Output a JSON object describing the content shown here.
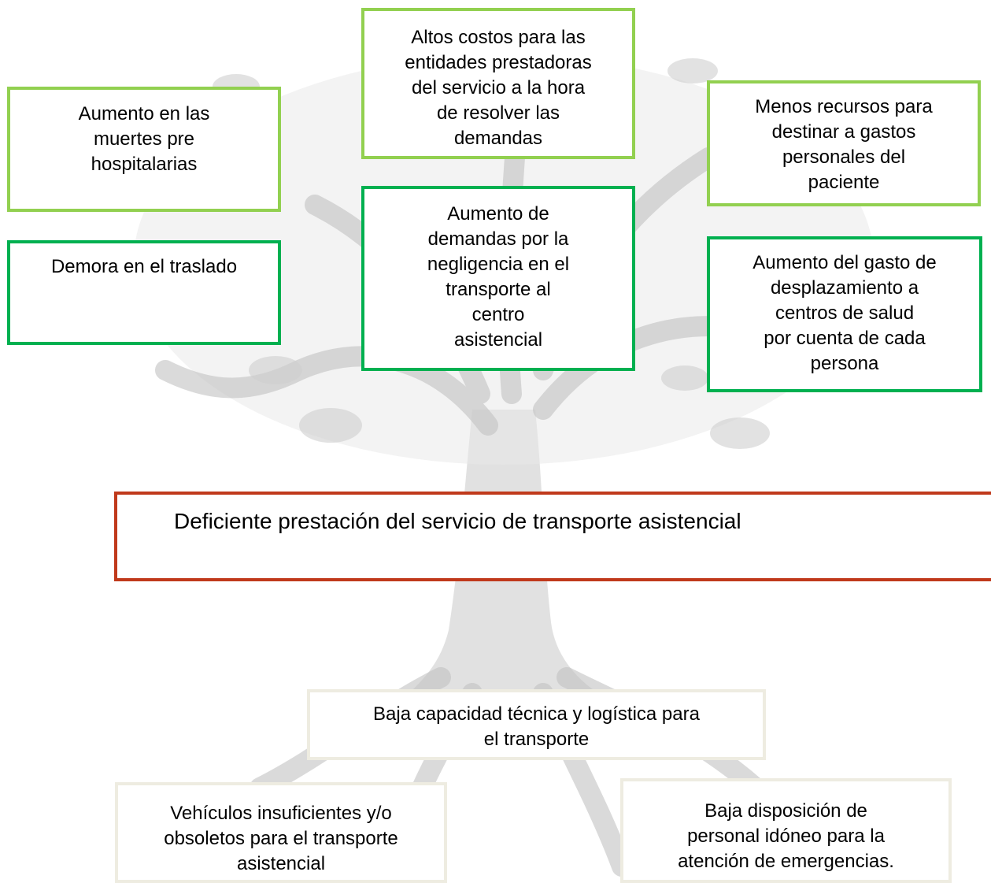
{
  "colors": {
    "effect_light": "#92d050",
    "effect_dark": "#00b050",
    "problem": "#c0391b",
    "cause": "#eeece1",
    "tree": "#bfbfbf"
  },
  "effects": {
    "top_center": "Altos costos para las\nentidades prestadoras\ndel servicio a la hora\nde resolver las\ndemandas",
    "top_left": "Aumento en las\nmuertes pre\nhospitalarias",
    "top_right": "Menos recursos para\ndestinar a gastos\npersonales del\npaciente",
    "mid_left": "Demora en el traslado",
    "mid_center": "Aumento de\ndemandas por la\nnegligencia en el\ntransporte al\ncentro\nasistencial",
    "mid_right": "Aumento del gasto de\ndesplazamiento a\ncentros de salud\npor cuenta de cada\npersona"
  },
  "problem": "Deficiente prestación del servicio de transporte asistencial",
  "causes": {
    "center": "Baja capacidad técnica y logística para\nel transporte",
    "left": "Vehículos insuficientes y/o\nobsoletos para el transporte\nasistencial",
    "right": "Baja disposición de\npersonal idóneo para la\natención de emergencias."
  }
}
